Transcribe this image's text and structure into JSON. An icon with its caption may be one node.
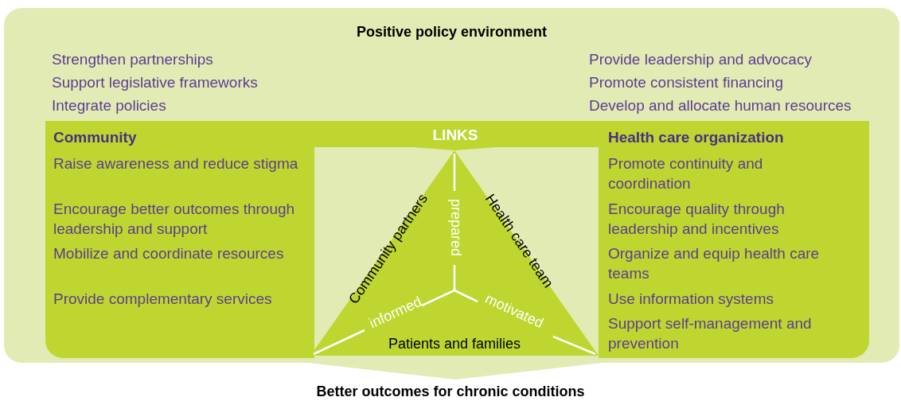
{
  "diagram": {
    "nodes": [
      {
        "text": [
          "Positive policy environment",
          "Strengthen partnerships",
          "Support legislative frameworks",
          "Integrate policies",
          "Provide leadership and advocacy",
          "Promote consistent financing",
          "Develop and allocate human resources"
        ]
      },
      {
        "text": [
          "Community",
          "Raise awareness and reduce stigma",
          "Encourage better outcomes through leadership and support",
          "Mobilize and coordinate resources",
          "Provide complementary services"
        ],
        "in": 0
      },
      {
        "text": [
          "Health care organization",
          "Promote continuity and coordination",
          "Encourage quality through leadership and incentives",
          "Organize and equip health care teams",
          "Use information systems",
          "Support self-management and prevention"
        ],
        "in": 0
      },
      {
        "text": [
          "Community partners",
          "Health care team",
          "Patients and families"
        ],
        "in": 0
      },
      {
        "text": [
          "Better outcomes for chronic conditions"
        ]
      }
    ],
    "edges": [
      {
        "from": 0,
        "to": 4,
        "arrow": "to"
      }
    ],
    "labels": [
      "LINKS",
      "prepared",
      "informed",
      "motivated"
    ]
  }
}
